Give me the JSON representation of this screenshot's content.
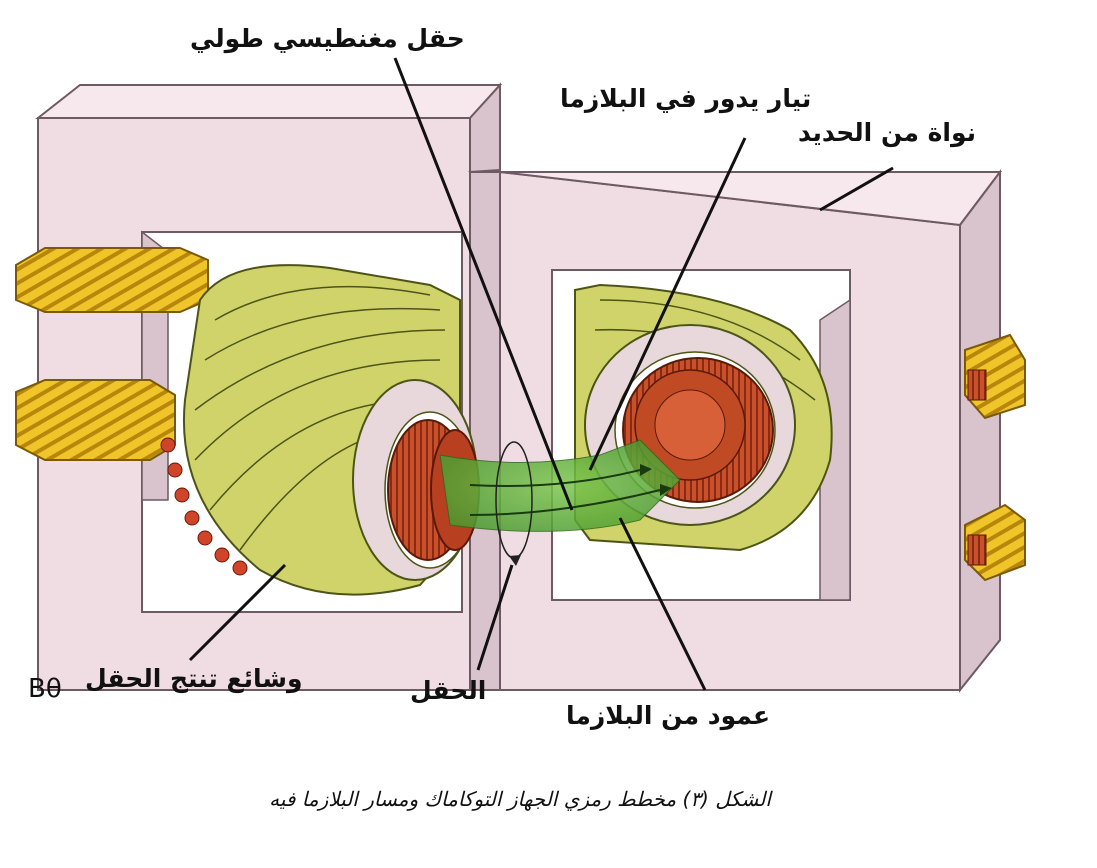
{
  "labels": {
    "longitudinal_field": "حقل مغنطيسي طولي",
    "plasma_current": "تيار يدور في البلازما",
    "iron_core": "نواة من الحديد",
    "field_coils": "وشائع تنتج الحقل",
    "b_theta": "Bθ",
    "field": "الحقل",
    "plasma_column": "عمود من البلازما"
  },
  "caption": "الشكل (٣) مخطط رمزي الجهاز التوكاماك ومسار البلازما فيه",
  "colors": {
    "iron_core": "#f0dde3",
    "iron_core_side": "#d9c3cc",
    "iron_core_edge": "#6e5a62",
    "torus": "#cfd36a",
    "torus_dark": "#9aa23a",
    "plasma": "#5fae3c",
    "copper_coil": "#c8502a",
    "base_plate": "#d4782f",
    "yoke_winding": "#e8b81e"
  },
  "icons": [
    "arrow-icon"
  ]
}
